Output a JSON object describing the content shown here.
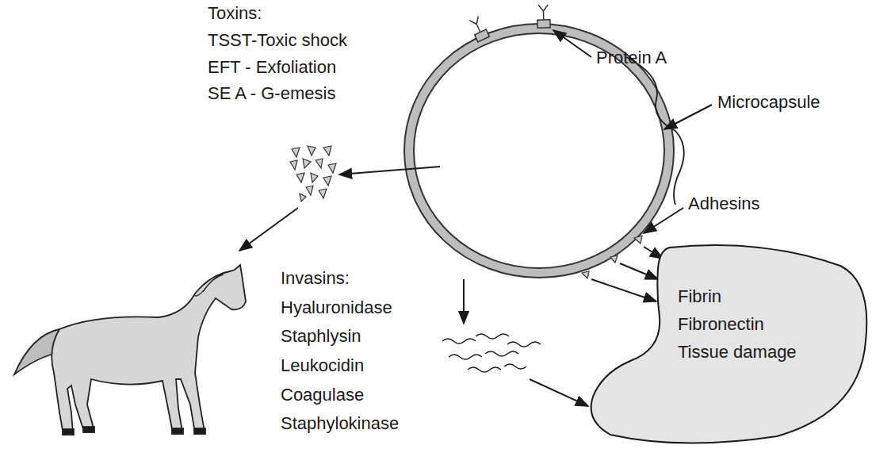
{
  "diagram": {
    "nodes": [
      {
        "text": [
          "Fibrin",
          "Fibronectin",
          "Tissue damage"
        ]
      }
    ],
    "labels": [
      "Toxins:",
      "TSST-Toxic shock",
      "EFT - Exfoliation",
      "SE A - G-emesis",
      "Protein A",
      "Microcapsule",
      "Adhesins",
      "Invasins:",
      "Hyaluronidase",
      "Staphlysin",
      "Leukocidin",
      "Coagulase",
      "Staphylokinase"
    ]
  }
}
